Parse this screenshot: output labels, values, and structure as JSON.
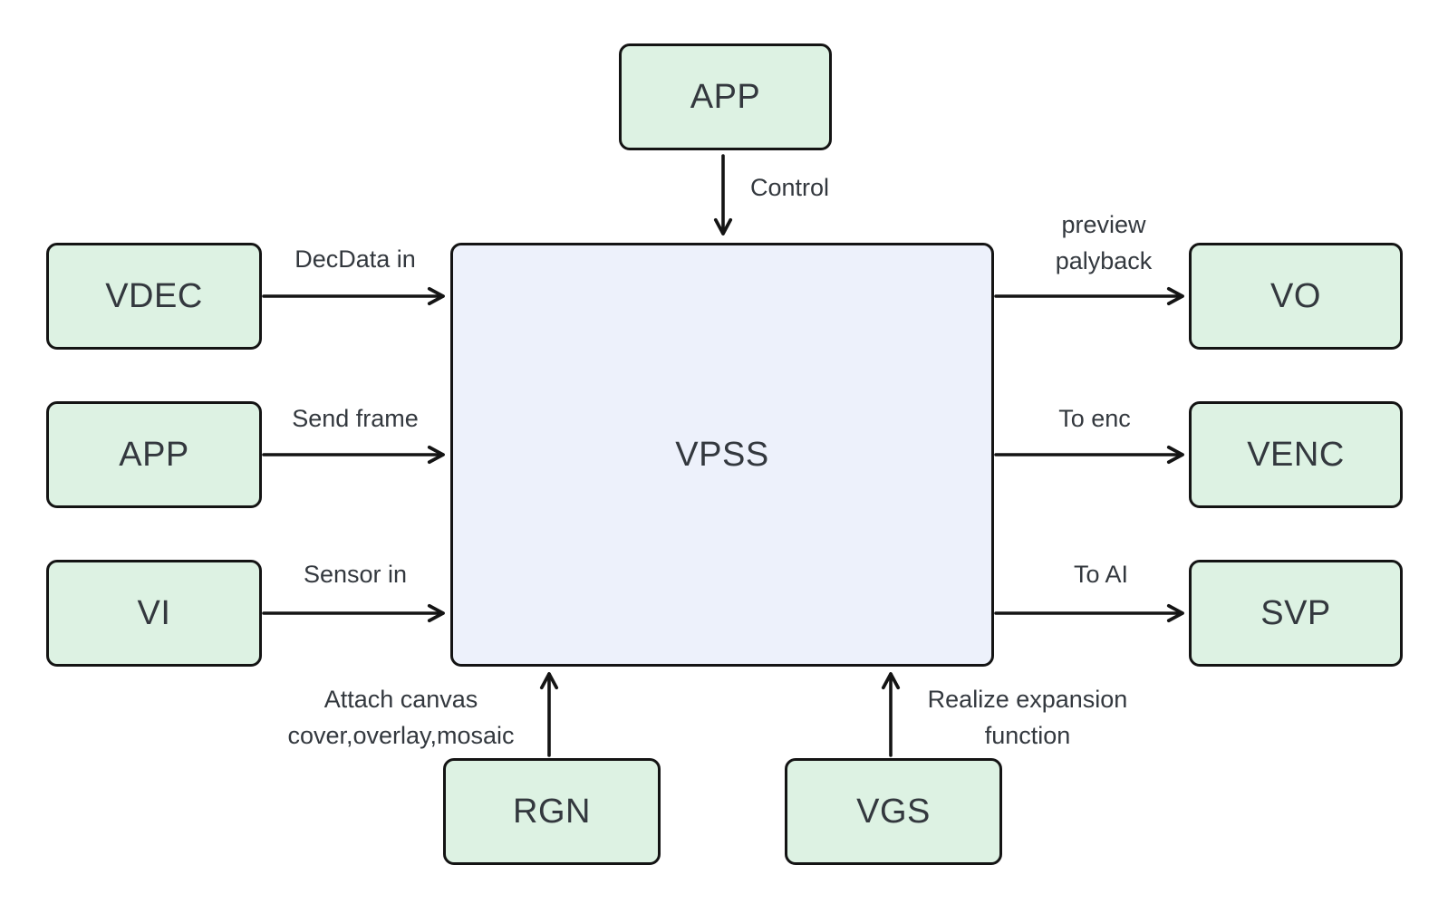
{
  "diagram_type": "block-flow",
  "nodes": {
    "app_top": {
      "label": "APP"
    },
    "vdec": {
      "label": "VDEC"
    },
    "app_left": {
      "label": "APP"
    },
    "vi": {
      "label": "VI"
    },
    "vpss": {
      "label": "VPSS"
    },
    "vo": {
      "label": "VO"
    },
    "venc": {
      "label": "VENC"
    },
    "svp": {
      "label": "SVP"
    },
    "rgn": {
      "label": "RGN"
    },
    "vgs": {
      "label": "VGS"
    }
  },
  "edges": {
    "control": {
      "label": "Control",
      "from": "APP",
      "to": "VPSS"
    },
    "decdata_in": {
      "label": "DecData in",
      "from": "VDEC",
      "to": "VPSS"
    },
    "send_frame": {
      "label": "Send frame",
      "from": "APP",
      "to": "VPSS"
    },
    "sensor_in": {
      "label": "Sensor in",
      "from": "VI",
      "to": "VPSS"
    },
    "preview_playback": {
      "lines": [
        "preview",
        "palyback"
      ],
      "from": "VPSS",
      "to": "VO"
    },
    "to_enc": {
      "label": "To enc",
      "from": "VPSS",
      "to": "VENC"
    },
    "to_ai": {
      "label": "To AI",
      "from": "VPSS",
      "to": "SVP"
    },
    "attach_canvas": {
      "lines": [
        "Attach canvas",
        "cover,overlay,mosaic"
      ],
      "from": "RGN",
      "to": "VPSS"
    },
    "realize_expansion": {
      "lines": [
        "Realize expansion",
        "function"
      ],
      "from": "VGS",
      "to": "VPSS"
    }
  },
  "colors": {
    "node_fill": "#ddf2e3",
    "center_fill": "#edf1fb",
    "border_color": "#141414",
    "arrow_color": "#141414",
    "text_color": "#33383e",
    "background": "#ffffff"
  }
}
